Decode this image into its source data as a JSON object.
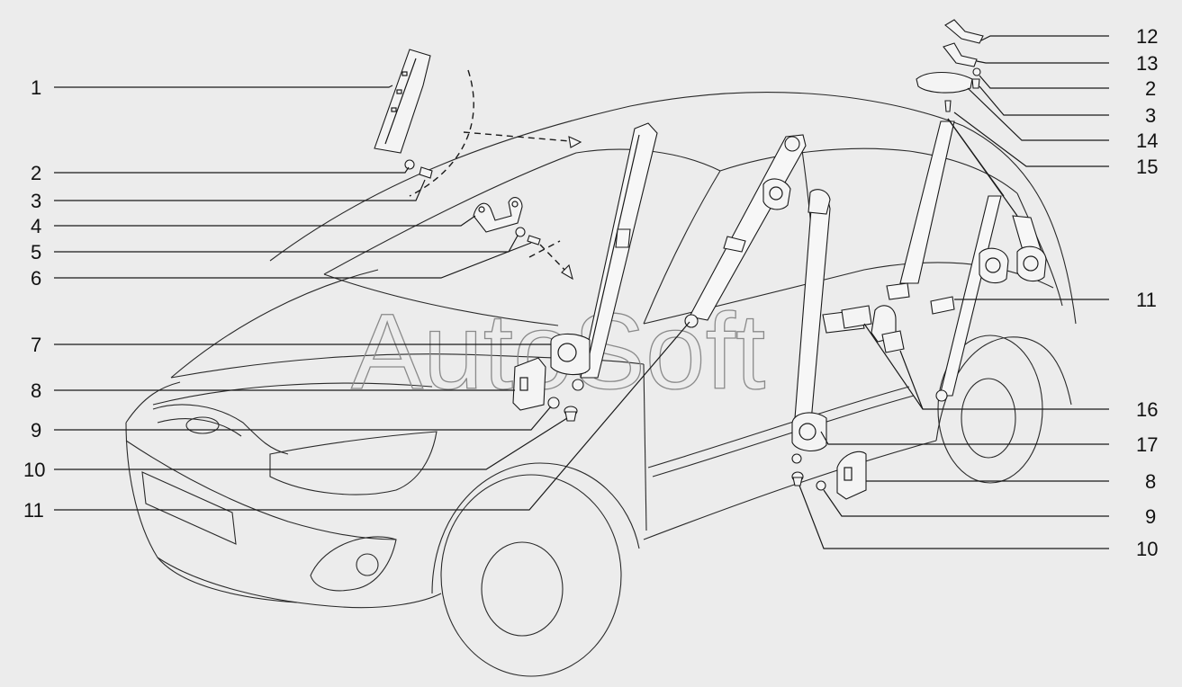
{
  "watermark": "AutoSoft",
  "callouts_left": [
    {
      "id": "c-l-1",
      "label": "1"
    },
    {
      "id": "c-l-2",
      "label": "2"
    },
    {
      "id": "c-l-3",
      "label": "3"
    },
    {
      "id": "c-l-4",
      "label": "4"
    },
    {
      "id": "c-l-5",
      "label": "5"
    },
    {
      "id": "c-l-6",
      "label": "6"
    },
    {
      "id": "c-l-7",
      "label": "7"
    },
    {
      "id": "c-l-8",
      "label": "8"
    },
    {
      "id": "c-l-9",
      "label": "9"
    },
    {
      "id": "c-l-10",
      "label": "10"
    },
    {
      "id": "c-l-11",
      "label": "11"
    }
  ],
  "callouts_right": [
    {
      "id": "c-r-12",
      "label": "12"
    },
    {
      "id": "c-r-13",
      "label": "13"
    },
    {
      "id": "c-r-2",
      "label": "2"
    },
    {
      "id": "c-r-3",
      "label": "3"
    },
    {
      "id": "c-r-14",
      "label": "14"
    },
    {
      "id": "c-r-15",
      "label": "15"
    },
    {
      "id": "c-r-11",
      "label": "11"
    },
    {
      "id": "c-r-16",
      "label": "16"
    },
    {
      "id": "c-r-17",
      "label": "17"
    },
    {
      "id": "c-r-8",
      "label": "8"
    },
    {
      "id": "c-r-9",
      "label": "9"
    },
    {
      "id": "c-r-10",
      "label": "10"
    }
  ],
  "colors": {
    "background": "#ececec",
    "line": "#1a1a1a",
    "watermark": "#8a8a8a"
  }
}
